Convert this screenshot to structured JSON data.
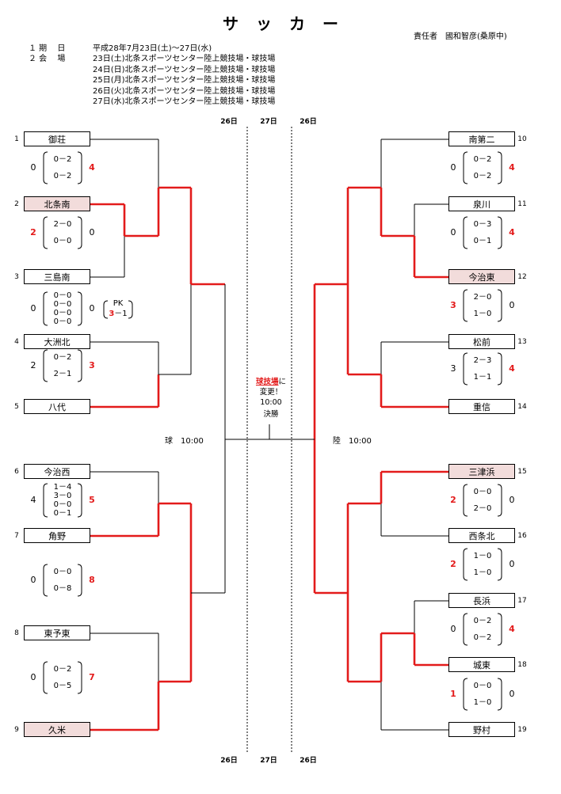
{
  "title": "サッカー",
  "responsible": "責任者　國和智彦(桑原中)",
  "schedule": {
    "period_label": "１ 期　 日",
    "period_value": "平成28年7月23日(土)～27日(水)",
    "venue_label": "２ 会　 場",
    "venue_lines": [
      "23日(土)北条スポーツセンター陸上競技場・球技場",
      "24日(日)北条スポーツセンター陸上競技場・球技場",
      "25日(月)北条スポーツセンター陸上競技場・球技場",
      "26日(火)北条スポーツセンター陸上競技場・球技場",
      "27日(水)北条スポーツセンター陸上競技場・球技場"
    ]
  },
  "day_labels": {
    "left": "26日",
    "center": "27日",
    "right": "26日"
  },
  "semifinal_times": {
    "left": "球　10:00",
    "right": "陸　10:00"
  },
  "final": {
    "notice_prefix": "",
    "notice_highlight": "球技場",
    "notice_suffix": "に",
    "notice_line2": "変更！",
    "time": "10:00",
    "label": "決勝"
  },
  "left_teams": [
    {
      "no": "1",
      "name": "御荘",
      "winner": false
    },
    {
      "no": "2",
      "name": "北条南",
      "winner": true
    },
    {
      "no": "3",
      "name": "三島南",
      "winner": false
    },
    {
      "no": "4",
      "name": "大洲北",
      "winner": false
    },
    {
      "no": "5",
      "name": "八代",
      "winner": false
    },
    {
      "no": "6",
      "name": "今治西",
      "winner": false
    },
    {
      "no": "7",
      "name": "角野",
      "winner": false
    },
    {
      "no": "8",
      "name": "東予東",
      "winner": false
    },
    {
      "no": "9",
      "name": "久米",
      "winner": true
    }
  ],
  "right_teams": [
    {
      "no": "10",
      "name": "南第二",
      "winner": false
    },
    {
      "no": "11",
      "name": "泉川",
      "winner": false
    },
    {
      "no": "12",
      "name": "今治東",
      "winner": true
    },
    {
      "no": "13",
      "name": "松前",
      "winner": false
    },
    {
      "no": "14",
      "name": "重信",
      "winner": false
    },
    {
      "no": "15",
      "name": "三津浜",
      "winner": true
    },
    {
      "no": "16",
      "name": "西条北",
      "winner": false
    },
    {
      "no": "17",
      "name": "長浜",
      "winner": false
    },
    {
      "no": "18",
      "name": "城東",
      "winner": false
    },
    {
      "no": "19",
      "name": "野村",
      "winner": false
    }
  ],
  "left_scores": [
    {
      "lines": [
        "0－2",
        "0－2"
      ],
      "left_total": "0",
      "right_total": "4",
      "red": "right"
    },
    {
      "lines": [
        "2－0",
        "0－0"
      ],
      "left_total": "2",
      "right_total": "0",
      "red": "left"
    },
    {
      "lines": [
        "0－0",
        "0－0",
        "0－0",
        "0－0"
      ],
      "left_total": "0",
      "right_total": "0",
      "red": "none",
      "pk_label": "PK",
      "pk_winner": "3",
      "pk_rest": "－1"
    },
    {
      "lines": [
        "0－2",
        "2－1"
      ],
      "left_total": "2",
      "right_total": "3",
      "red": "right"
    },
    {
      "lines": [
        "1－4",
        "3－0",
        "0－0",
        "0－1"
      ],
      "left_total": "4",
      "right_total": "5",
      "red": "right"
    },
    {
      "lines": [
        "0－0",
        "0－8"
      ],
      "left_total": "0",
      "right_total": "8",
      "red": "right"
    },
    {
      "lines": [
        "0－2",
        "0－5"
      ],
      "left_total": "0",
      "right_total": "7",
      "red": "right"
    }
  ],
  "right_scores": [
    {
      "lines": [
        "0－2",
        "0－2"
      ],
      "left_total": "0",
      "right_total": "4",
      "red": "right"
    },
    {
      "lines": [
        "0－3",
        "0－1"
      ],
      "left_total": "0",
      "right_total": "4",
      "red": "right"
    },
    {
      "lines": [
        "2－0",
        "1－0"
      ],
      "left_total": "3",
      "right_total": "0",
      "red": "left"
    },
    {
      "lines": [
        "2－3",
        "1－1"
      ],
      "left_total": "3",
      "right_total": "4",
      "red": "right"
    },
    {
      "lines": [
        "0－0",
        "2－0"
      ],
      "left_total": "2",
      "right_total": "0",
      "red": "left"
    },
    {
      "lines": [
        "1－0",
        "1－0"
      ],
      "left_total": "2",
      "right_total": "0",
      "red": "left"
    },
    {
      "lines": [
        "0－2",
        "0－2"
      ],
      "left_total": "0",
      "right_total": "4",
      "red": "right"
    },
    {
      "lines": [
        "0－0",
        "1－0"
      ],
      "left_total": "1",
      "right_total": "0",
      "red": "left"
    }
  ],
  "colors": {
    "winner_line": "#e31b1b",
    "winner_fill": "#f2dcdb",
    "line": "#000000"
  }
}
